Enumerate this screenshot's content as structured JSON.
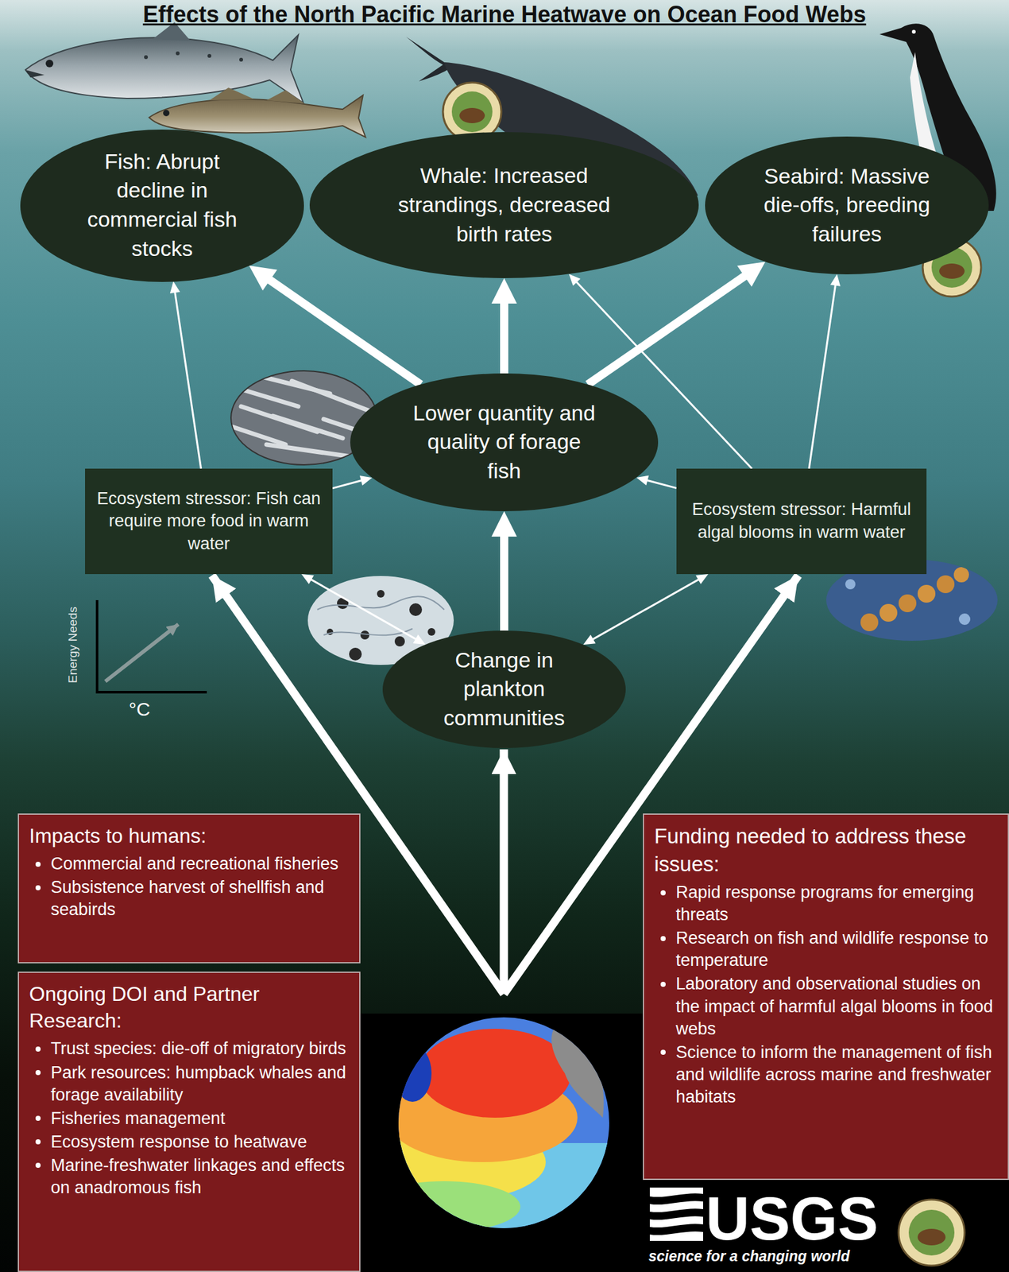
{
  "diagram": {
    "title": "Effects of the North Pacific Marine Heatwave on Ocean Food Webs",
    "nodes": [
      {
        "text": [
          "Fish: Abrupt decline in commercial fish stocks"
        ]
      },
      {
        "text": [
          "Whale: Increased strandings, decreased birth rates"
        ]
      },
      {
        "text": [
          "Seabird: Massive die-offs, breeding failures"
        ]
      },
      {
        "text": [
          "Lower quantity and quality of forage fish"
        ]
      },
      {
        "text": [
          "Ecosystem stressor: Fish can require more food in warm water"
        ]
      },
      {
        "text": [
          "Ecosystem stressor: Harmful algal blooms in warm water"
        ]
      },
      {
        "text": [
          "Change in plankton communities"
        ]
      },
      {
        "text": [
          "Impacts to humans:",
          "Commercial and recreational fisheries",
          "Subsistence harvest of shellfish and seabirds"
        ]
      },
      {
        "text": [
          "Ongoing DOI and Partner Research:",
          "Trust species: die-off of migratory birds",
          "Park resources: humpback whales and forage availability",
          "Fisheries management",
          "Ecosystem response to heatwave",
          "Marine-freshwater linkages and effects on anadromous fish"
        ]
      },
      {
        "text": [
          "Funding needed to address these issues:",
          "Rapid response programs for emerging threats",
          "Research on fish and wildlife response to temperature",
          "Laboratory and observational studies on the impact of harmful algal blooms in food webs",
          "Science to inform the management of fish and wildlife across marine and freshwater habitats"
        ]
      }
    ],
    "edges": [
      {
        "from": 4,
        "to": 0,
        "arrow": "to"
      },
      {
        "from": 3,
        "to": 0,
        "arrow": "to"
      },
      {
        "from": 3,
        "to": 1,
        "arrow": "to"
      },
      {
        "from": 3,
        "to": 2,
        "arrow": "to"
      },
      {
        "from": 5,
        "to": 1,
        "arrow": "to"
      },
      {
        "from": 5,
        "to": 2,
        "arrow": "to"
      },
      {
        "from": 4,
        "to": 3,
        "arrow": "to"
      },
      {
        "from": 5,
        "to": 3,
        "arrow": "to"
      },
      {
        "from": 6,
        "to": 3,
        "arrow": "to"
      },
      {
        "from": 4,
        "to": 6,
        "arrow": "both"
      },
      {
        "from": 5,
        "to": 6,
        "arrow": "both"
      }
    ],
    "labels": [
      "Energy Needs",
      "°C",
      "USGS",
      "science for a changing world"
    ]
  }
}
